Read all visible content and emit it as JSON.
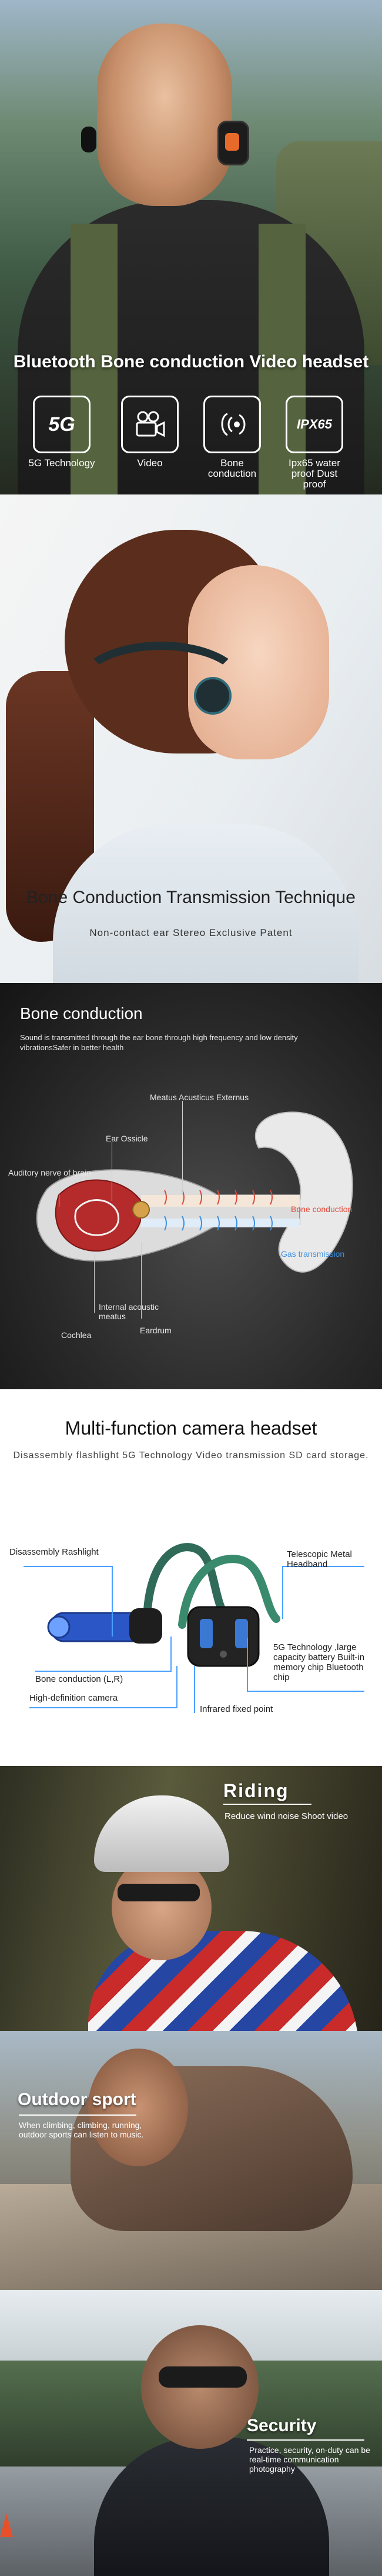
{
  "hero": {
    "title": "Bluetooth Bone conduction Video headset",
    "features": [
      {
        "icon": "5g-icon",
        "badge": "5G",
        "label": "5G Technology"
      },
      {
        "icon": "video-camera-icon",
        "badge": "",
        "label": "Video"
      },
      {
        "icon": "bone-conduction-icon",
        "badge": "",
        "label": "Bone conduction"
      },
      {
        "icon": "ipx65-icon",
        "badge": "IPX65",
        "label": "Ipx65 water proof Dust proof"
      }
    ]
  },
  "woman": {
    "title": "Bone Conduction Transmission Technique",
    "subtitle": "Non-contact ear Stereo  Exclusive Patent"
  },
  "bone": {
    "title": "Bone conduction",
    "description": "Sound is transmitted through the ear bone through high frequency and low density vibrationsSafer in better health",
    "labels": {
      "meatus_externus": "Meatus Acusticus Externus",
      "ear_ossicle": "Ear Ossicle",
      "auditory_nerve": "Auditory nerve of brain",
      "bone_conduction": "Bone conduction",
      "gas_transmission": "Gas transmission",
      "internal_meatus": "Internal acoustic meatus",
      "cochlea": "Cochlea",
      "eardrum": "Eardrum"
    },
    "colors": {
      "red": "#e24a3a",
      "blue": "#3b8fe0"
    }
  },
  "camera": {
    "title": "Multi-function camera headset",
    "subtitle": "Disassembly flashlight 5G Technology Video  transmission SD card  storage.",
    "labels": {
      "flashlight": "Disassembly Rashlight",
      "telescopic": "Telescopic Metal Headband",
      "bone_lr": "Bone conduction  (L,R)",
      "tech": "5G Technology ,large capacity battery Built-in memory chip Bluetooth chip",
      "camera": "High-definition camera",
      "infrared": "Infrared fixed point"
    },
    "accent": "#4aa0ff"
  },
  "riding": {
    "title": "Riding",
    "subtitle": "Reduce wind noise Shoot video"
  },
  "outdoor": {
    "title": "Outdoor sport",
    "subtitle": "When climbing, climbing, running, outdoor sports can listen to music."
  },
  "security": {
    "title": "Security",
    "subtitle": "Practice, security, on-duty can be real-time communication photography"
  }
}
